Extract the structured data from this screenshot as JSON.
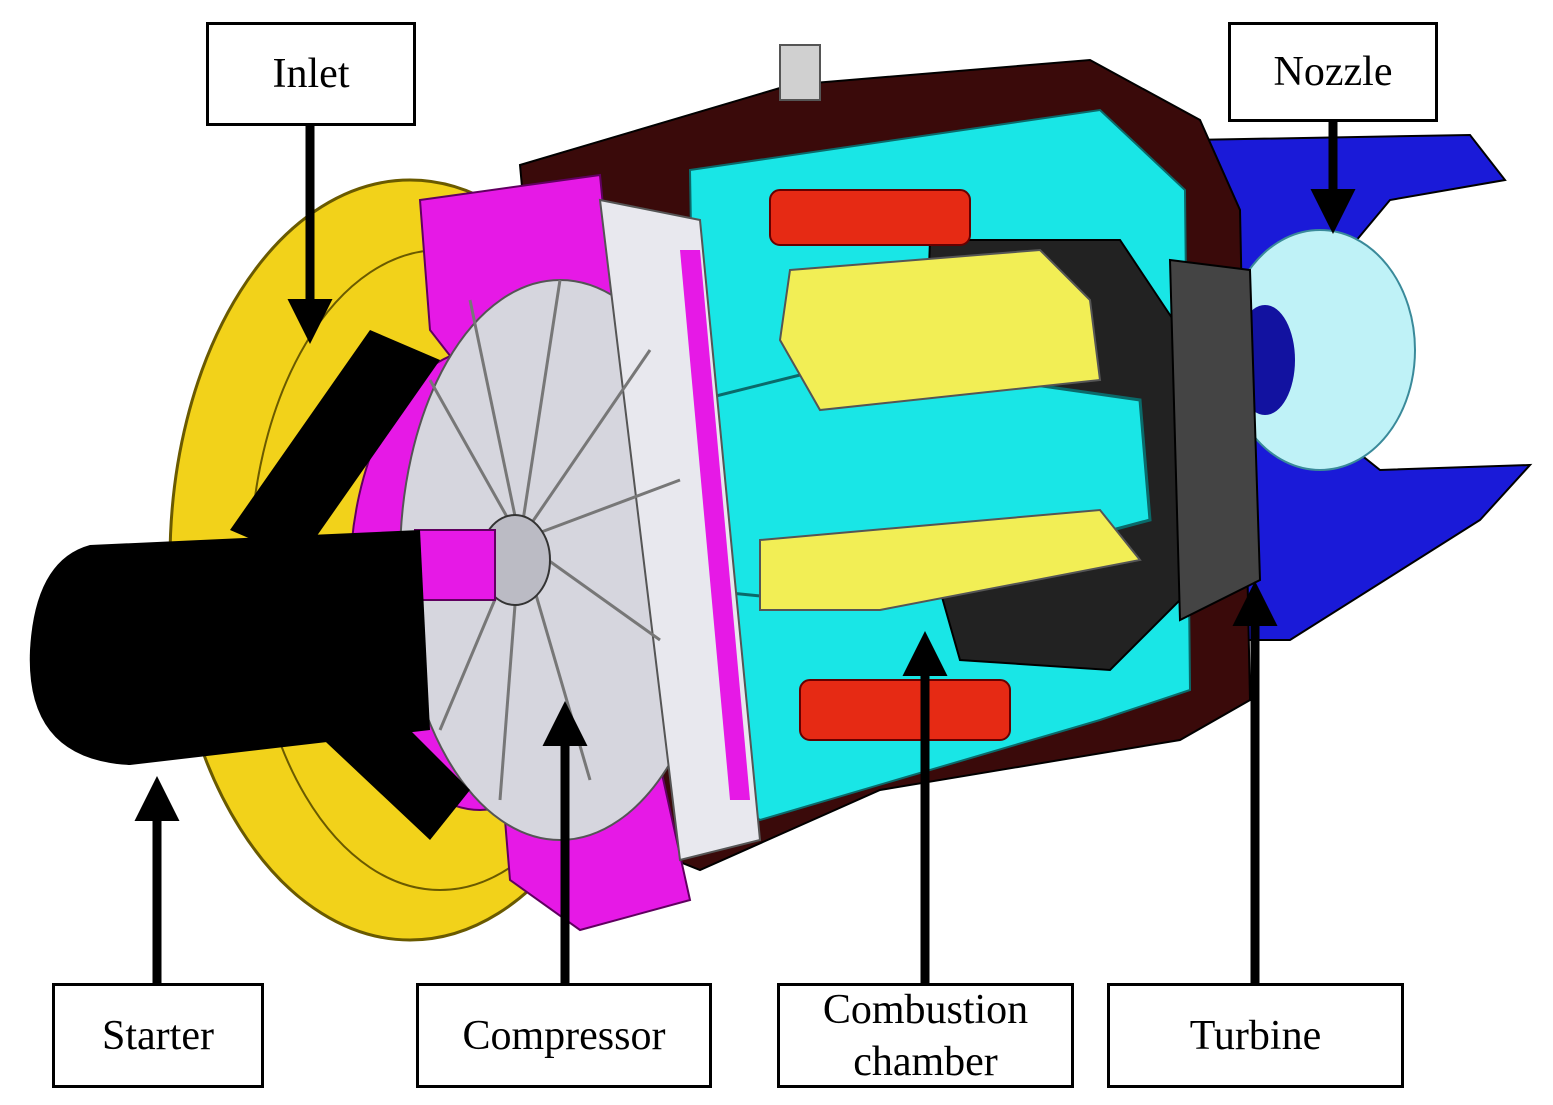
{
  "labels": {
    "inlet": "Inlet",
    "nozzle": "Nozzle",
    "starter": "Starter",
    "compressor": "Compressor",
    "combustion_line1": "Combustion",
    "combustion_line2": "chamber",
    "turbine": "Turbine"
  },
  "colors": {
    "inlet_yellow": "#f2d21a",
    "magenta": "#e619e6",
    "cyan": "#19e6e6",
    "casing": "#3a0a0a",
    "red": "#e62a14",
    "blue": "#1a1ad8",
    "starter_black": "#000000",
    "silver": "#c8c8d2"
  }
}
